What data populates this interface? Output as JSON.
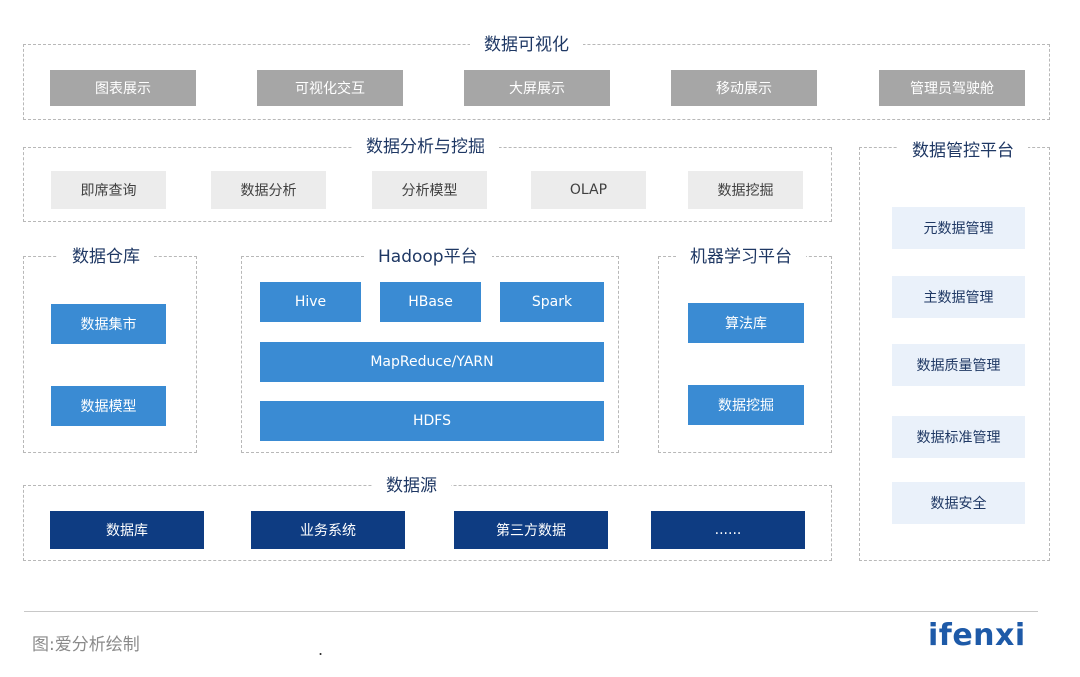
{
  "visualization": {
    "title": "数据可视化",
    "items": [
      "图表展示",
      "可视化交互",
      "大屏展示",
      "移动展示",
      "管理员驾驶舱"
    ]
  },
  "analysis": {
    "title": "数据分析与挖掘",
    "items": [
      "即席查询",
      "数据分析",
      "分析模型",
      "OLAP",
      "数据挖掘"
    ]
  },
  "warehouse": {
    "title": "数据仓库",
    "items": [
      "数据集市",
      "数据模型"
    ]
  },
  "hadoop": {
    "title": "Hadoop平台",
    "top_items": [
      "Hive",
      "HBase",
      "Spark"
    ],
    "middle": "MapReduce/YARN",
    "bottom": "HDFS"
  },
  "ml": {
    "title": "机器学习平台",
    "items": [
      "算法库",
      "数据挖掘"
    ]
  },
  "sources": {
    "title": "数据源",
    "items": [
      "数据库",
      "业务系统",
      "第三方数据",
      "......"
    ]
  },
  "governance": {
    "title": "数据管控平台",
    "items": [
      "元数据管理",
      "主数据管理",
      "数据质量管理",
      "数据标准管理",
      "数据安全"
    ]
  },
  "footer": {
    "caption": "图:爱分析绘制",
    "dot": ".",
    "logo": "ifenxi"
  },
  "colors": {
    "gray": "#a6a6a6",
    "light_gray": "#ececec",
    "blue": "#3a8bd3",
    "navy": "#0e3c82",
    "pale_blue": "#eaf1fa",
    "title_text": "#1f3864"
  }
}
